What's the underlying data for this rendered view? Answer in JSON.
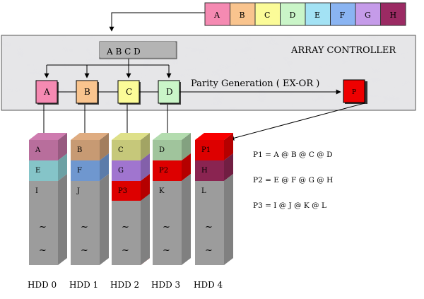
{
  "input_blocks": [
    {
      "label": "A",
      "color": "#f58ab2"
    },
    {
      "label": "B",
      "color": "#f9c48e"
    },
    {
      "label": "C",
      "color": "#fbfb98"
    },
    {
      "label": "D",
      "color": "#caf5c8"
    },
    {
      "label": "E",
      "color": "#a3e2f4"
    },
    {
      "label": "F",
      "color": "#8ab4f2"
    },
    {
      "label": "G",
      "color": "#c59be9"
    },
    {
      "label": "H",
      "color": "#9b2a63"
    }
  ],
  "controller": {
    "title": "ARRAY CONTROLLER",
    "buffer_label": "A B C D",
    "parity_label": "Parity Generation ( EX-OR )",
    "parity_block": {
      "label": "P",
      "color": "#ee0000"
    },
    "blocks": [
      {
        "label": "A",
        "color": "#f58ab2"
      },
      {
        "label": "B",
        "color": "#f9c48e"
      },
      {
        "label": "C",
        "color": "#fbfb98"
      },
      {
        "label": "D",
        "color": "#caf5c8"
      }
    ]
  },
  "disks": [
    {
      "name": "HDD 0",
      "segments": [
        {
          "label": "A",
          "color": "#b86e9c"
        },
        {
          "label": "E",
          "color": "#85c4c8"
        },
        {
          "label": "I",
          "color": "#9c9c9c"
        }
      ]
    },
    {
      "name": "HDD 1",
      "segments": [
        {
          "label": "B",
          "color": "#c79a73"
        },
        {
          "label": "F",
          "color": "#6f97cf"
        },
        {
          "label": "J",
          "color": "#9c9c9c"
        }
      ]
    },
    {
      "name": "HDD 2",
      "segments": [
        {
          "label": "C",
          "color": "#c6c87a"
        },
        {
          "label": "G",
          "color": "#a075cf"
        },
        {
          "label": "P3",
          "color": "#dd0000"
        }
      ]
    },
    {
      "name": "HDD 3",
      "segments": [
        {
          "label": "D",
          "color": "#a0c49c"
        },
        {
          "label": "P2",
          "color": "#dd0000"
        },
        {
          "label": "K",
          "color": "#9c9c9c"
        }
      ]
    },
    {
      "name": "HDD 4",
      "segments": [
        {
          "label": "P1",
          "color": "#dd0000"
        },
        {
          "label": "H",
          "color": "#8a2451"
        },
        {
          "label": "L",
          "color": "#9c9c9c"
        }
      ]
    }
  ],
  "continuation_mark": "~",
  "equations": [
    "P1 = A @ B @ C @ D",
    "P2 = E @ F @ G @ H",
    "P3 = I @ J @ K @ L"
  ]
}
